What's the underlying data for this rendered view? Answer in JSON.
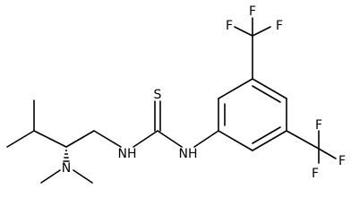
{
  "molecule": {
    "atoms": {
      "thione_sulfur": "S",
      "left_nh": "NH",
      "right_nh": "NH",
      "dimethylamino_n": "N",
      "f_top_1": "F",
      "f_top_2": "F",
      "f_top_3": "F",
      "f_bottom_1": "F",
      "f_bottom_2": "F",
      "f_bottom_3": "F"
    },
    "colors": {
      "bond": "#000000",
      "label": "#000000",
      "background": "#ffffff"
    }
  }
}
